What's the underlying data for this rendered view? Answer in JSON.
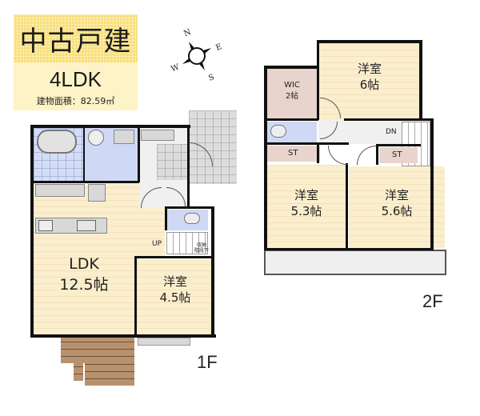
{
  "header": {
    "property_type": "中古戸建",
    "layout": "4LDK",
    "floor_area_label": "建物面積：82.59㎡"
  },
  "compass": {
    "n": "N",
    "e": "E",
    "s": "S",
    "w": "W"
  },
  "floor1": {
    "tag": "1F",
    "rooms": {
      "ldk_name": "LDK",
      "ldk_size": "12.5帖",
      "western_name": "洋室",
      "western_size": "4.5帖"
    },
    "labels": {
      "stairs_up": "UP",
      "under_stair_storage_1": "収納",
      "under_stair_storage_2": "階段下"
    }
  },
  "floor2": {
    "tag": "2F",
    "rooms": {
      "wic_name": "WIC",
      "wic_size": "2帖",
      "western6_name": "洋室",
      "western6_size": "6帖",
      "western53_name": "洋室",
      "western53_size": "5.3帖",
      "western56_name": "洋室",
      "western56_size": "5.6帖",
      "st1": "ST",
      "st2": "ST"
    },
    "labels": {
      "stairs_down": "DN"
    }
  },
  "colors": {
    "title_bg": "#f8df7a",
    "subtitle_bg": "#fdf3c6",
    "wood_floor": "#fbeecd",
    "wet_area": "#cfd8f4",
    "storage": "#e8d4cc",
    "deck": "#b8926f"
  }
}
